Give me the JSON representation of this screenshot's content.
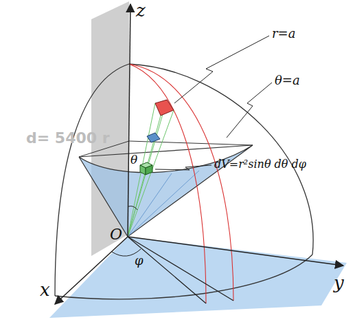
{
  "diagram": {
    "labels": [
      "z",
      "r=a",
      "θ=a",
      "θ",
      "dV=r²sinθ dθ dφ",
      "O",
      "φ",
      "x",
      "y",
      "d= 5400 r"
    ]
  }
}
